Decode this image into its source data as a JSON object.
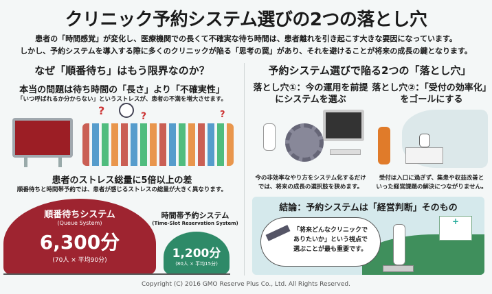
{
  "title": "クリニック予約システム選びの2つの落とし穴",
  "lead": [
    "患者の「時間感覚」が変化し、医療機関での長くて不確実な待ち時間は、患者離れを引き起こす大きな要因になっています。",
    "しかし、予約システムを導入する際に多くのクリニックが陥る「思考の罠」があり、それを避けることが将来の成長の鍵となります。"
  ],
  "left": {
    "heading": "なぜ「順番待ち」はもう限界なのか？",
    "problem_title": "本当の問題は待ち時間の「長さ」より「不確実性」",
    "problem_text": "「いつ呼ばれるか分からない」というストレスが、患者の不満を増大させます。",
    "stress_title": "患者のストレス総量に5倍以上の差",
    "stress_text": "順番待ちと時間帯予約では、患者が感じるストレスの総量が大きく異なります。",
    "queue": {
      "name": "順番待ちシステム",
      "en": "(Queue System)",
      "value": "6,300分",
      "calc": "(70人 × 平均90分)",
      "color": "#9e2430"
    },
    "slot": {
      "name": "時間帯予約システム",
      "en": "(Time-Slot Reservation System)",
      "value": "1,200分",
      "calc": "(80人 × 平均15分)",
      "color": "#2e8a68"
    }
  },
  "right": {
    "heading": "予約システム選びで陥る2つの「落とし穴」",
    "pit1": {
      "title": [
        "落とし穴①：今の運用を前提",
        "にシステムを選ぶ"
      ],
      "text": [
        "今の非効率なやり方をシステム化するだけ",
        "では、将来の成長の選択肢を狭めます。"
      ]
    },
    "pit2": {
      "title": [
        "落とし穴②：「受付の効率化」",
        "をゴールにする"
      ],
      "text": [
        "受付は入口に過ぎず、集患や収益改善と",
        "いった経営課題の解決につながりません。"
      ]
    },
    "conclusion": {
      "title": "結論：予約システムは「経営判断」そのもの",
      "bubble": [
        "「将来どんなクリニックで",
        "ありたいか」という視点で",
        "選ぶことが最も重要です。"
      ]
    }
  },
  "copyright": "Copyright (C) 2016 GMO Reserve Plus Co., Ltd. All Rights Reserved."
}
